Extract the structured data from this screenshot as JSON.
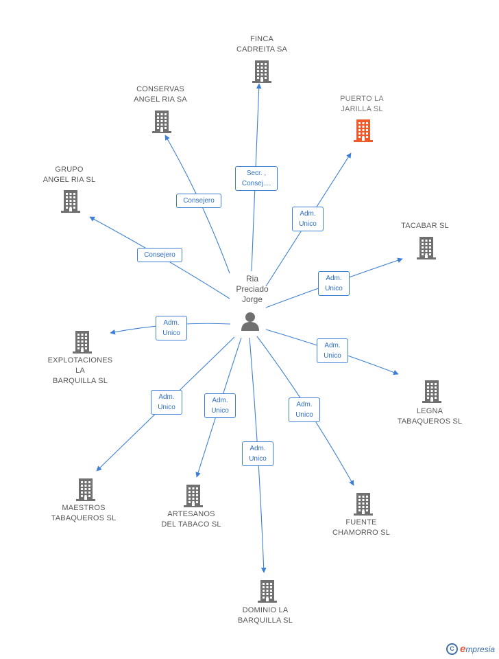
{
  "colors": {
    "edge": "#3d7fd6",
    "building": "#707070",
    "highlight": "#f05a2a"
  },
  "center": {
    "label": "Ria\nPreciado\nJorge",
    "icon": "person-icon"
  },
  "nodes": [
    {
      "id": "finca",
      "label": "FINCA\nCADREITA SA",
      "highlight": false,
      "edge_label": "Secr. ,\nConsej...."
    },
    {
      "id": "conservas",
      "label": "CONSERVAS\nANGEL RIA SA",
      "highlight": false,
      "edge_label": "Consejero"
    },
    {
      "id": "puerto",
      "label": "PUERTO LA\nJARILLA SL",
      "highlight": true,
      "edge_label": "Adm.\nUnico"
    },
    {
      "id": "grupo",
      "label": "GRUPO\nANGEL RIA SL",
      "highlight": false,
      "edge_label": "Consejero"
    },
    {
      "id": "tacabar",
      "label": "TACABAR SL",
      "highlight": false,
      "edge_label": "Adm.\nUnico"
    },
    {
      "id": "explotaciones",
      "label": "EXPLOTACIONES\nLA\nBARQUILLA SL",
      "highlight": false,
      "edge_label": "Adm.\nUnico"
    },
    {
      "id": "legna",
      "label": "LEGNA\nTABAQUEROS SL",
      "highlight": false,
      "edge_label": "Adm.\nUnico"
    },
    {
      "id": "maestros",
      "label": "MAESTROS\nTABAQUEROS SL",
      "highlight": false,
      "edge_label": "Adm.\nUnico"
    },
    {
      "id": "artesanos",
      "label": "ARTESANOS\nDEL TABACO SL",
      "highlight": false,
      "edge_label": "Adm.\nUnico"
    },
    {
      "id": "dominio",
      "label": "DOMINIO LA\nBARQUILLA SL",
      "highlight": false,
      "edge_label": "Adm.\nUnico"
    },
    {
      "id": "fuente",
      "label": "FUENTE\nCHAMORRO SL",
      "highlight": false,
      "edge_label": "Adm.\nUnico"
    }
  ],
  "footer": {
    "copyright_symbol": "C",
    "brand_initial": "e",
    "brand_rest": "mpresia"
  }
}
